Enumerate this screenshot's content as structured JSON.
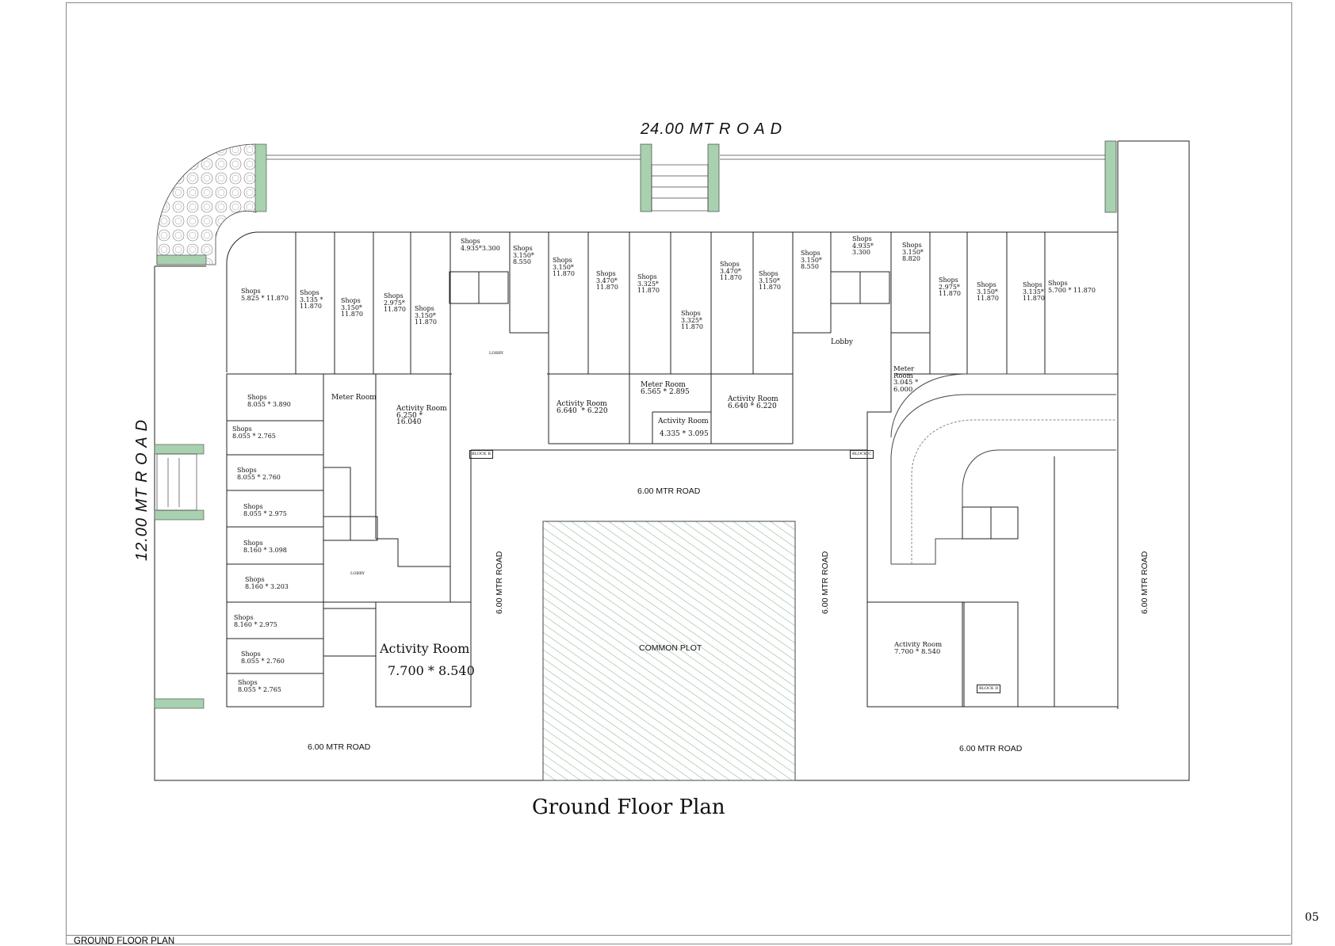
{
  "sheet": {
    "page_number": "05",
    "footer_label": "GROUND FLOOR PLAN",
    "plan_title": "Ground Floor Plan"
  },
  "roads": {
    "top": "24.00 MT  R O A D",
    "left": "12.00 MT   R O A D",
    "bottom_left": "6.00 MTR ROAD",
    "bottom_right": "6.00 MTR ROAD",
    "center": "6.00 MTR ROAD",
    "vertical_left": "6.00 MTR ROAD",
    "vertical_center": "6.00 MTR ROAD",
    "vertical_right": "6.00 MTR ROAD"
  },
  "common_plot": "COMMON PLOT",
  "top_rooms": [
    {
      "name": "Shops",
      "size": "5.825 * 11.870"
    },
    {
      "name": "Shops",
      "size": "3.135 *\n11.870"
    },
    {
      "name": "Shops",
      "size": "3.150*\n11.870"
    },
    {
      "name": "Shops",
      "size": "2.975*\n11.870"
    },
    {
      "name": "Shops",
      "size": "3.150*\n11.870"
    },
    {
      "name": "Shops",
      "size": "4.935*3.300"
    },
    {
      "name": "Shops",
      "size": "3.150*\n8.550"
    },
    {
      "name": "Shops",
      "size": "3.150*\n11.870"
    },
    {
      "name": "Shops",
      "size": "3.470*\n11.870"
    },
    {
      "name": "Shops",
      "size": "3.325*\n11.870"
    },
    {
      "name": "Shops",
      "size": "3.325*\n11.870"
    },
    {
      "name": "Shops",
      "size": "3.470*\n11.870"
    },
    {
      "name": "Shops",
      "size": "3.150*\n11.870"
    },
    {
      "name": "Shops",
      "size": "3.150*\n8.550"
    },
    {
      "name": "Shops",
      "size": "4.935*\n3.300"
    },
    {
      "name": "Shops",
      "size": "3.150*\n8.820"
    },
    {
      "name": "Shops",
      "size": "2.975*\n11.870"
    },
    {
      "name": "Shops",
      "size": "3.150*\n11.870"
    },
    {
      "name": "Shops",
      "size": "3.135*\n11.870"
    },
    {
      "name": "Shops",
      "size": "5.700 * 11.870"
    }
  ],
  "left_rooms": [
    {
      "name": "Shops",
      "size": "8.055 * 3.890"
    },
    {
      "name": "Shops",
      "size": "8.055 * 2.765"
    },
    {
      "name": "Shops",
      "size": "8.055 * 2.760"
    },
    {
      "name": "Shops",
      "size": "8.055 * 2.975"
    },
    {
      "name": "Shops",
      "size": "8.160 * 3.098"
    },
    {
      "name": "Shops",
      "size": "8.160 * 3.203"
    },
    {
      "name": "Shops",
      "size": "8.160 * 2.975"
    },
    {
      "name": "Shops",
      "size": "8.055 * 2.760"
    },
    {
      "name": "Shops",
      "size": "8.055 * 2.765"
    }
  ],
  "other_rooms": {
    "meter_room_left": "Meter Room",
    "activity_room_a": "Activity Room\n6.250 *\n16.040",
    "activity_room_b": "Activity Room\n6.640  * 6.220",
    "meter_room_mid": "Meter Room\n6.565 * 2.895",
    "activity_room_c": "Activity Room",
    "activity_room_c_size": "4.335 * 3.095",
    "activity_room_d": "Activity Room\n6.640 * 6.220",
    "lobby_right": "Lobby",
    "meter_room_right": "Meter\nRoom\n3.045 *\n6.000",
    "lobby_small_a": "LOBBY",
    "lobby_small_b": "LOBBY",
    "activity_big_name": "Activity Room",
    "activity_big_size": "7.700 * 8.540",
    "activity_right": "Activity Room\n7.700 * 8.540",
    "block_b": "BLOCK B",
    "block_c": "BLOCK C",
    "block_d": "BLOCK D"
  },
  "colors": {
    "accent_green": "#a8d1b0",
    "hatch_green": "#6aa57a",
    "line": "#222222"
  }
}
